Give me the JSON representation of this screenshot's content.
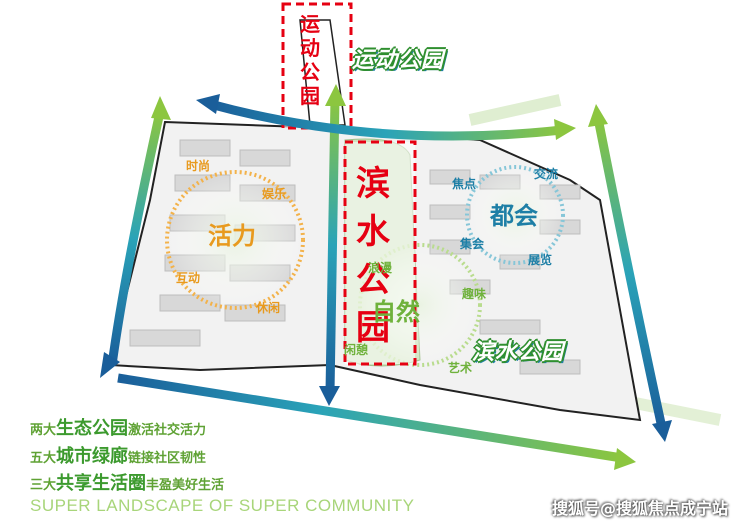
{
  "parks": {
    "sports_v": [
      "运",
      "动",
      "公",
      "园"
    ],
    "sports_tag": "运动公园",
    "waterfront_v": [
      "滨",
      "水",
      "公",
      "园"
    ],
    "waterfront_tag": "滨水公园"
  },
  "zones": {
    "vitality": {
      "title": "活力",
      "labels": [
        "时尚",
        "娱乐",
        "互动",
        "休闲"
      ]
    },
    "nature": {
      "title": "自然",
      "labels": [
        "浪漫",
        "趣味",
        "闲憩",
        "艺术"
      ]
    },
    "urban": {
      "title": "都会",
      "labels": [
        "焦点",
        "交流",
        "集会",
        "展览"
      ]
    }
  },
  "bottom": {
    "line1": {
      "pre": "两大",
      "big": "生态公园",
      "post": "激活社交活力"
    },
    "line2": {
      "pre": "五大",
      "big": "城市绿廊",
      "post": "链接社区韧性"
    },
    "line3": {
      "pre": "三大",
      "big": "共享生活圈",
      "post": "丰盈美好生活"
    },
    "slogan": "SUPER LANDSCAPE OF SUPER COMMUNITY"
  },
  "watermark": "搜狐号@搜狐焦点成宁站",
  "colors": {
    "park_red": "#e60012",
    "orange": "#e89a1e",
    "green": "#6fb23c",
    "teal": "#1e7fa6"
  }
}
